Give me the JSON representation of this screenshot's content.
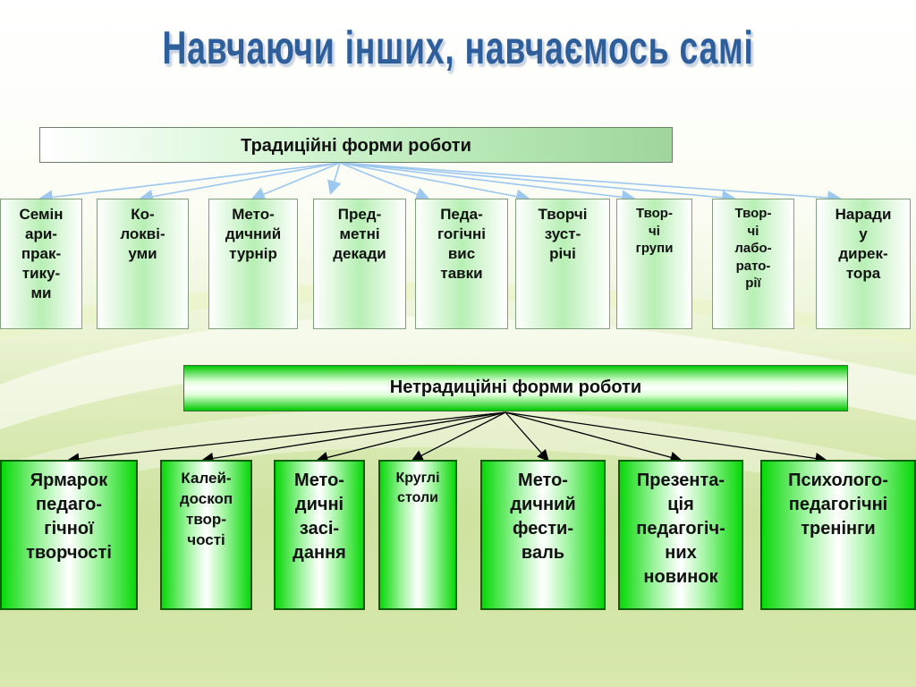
{
  "title": "Навчаючи інших, навчаємось самі",
  "traditional": {
    "header": "Традиційні форми роботи",
    "items": [
      "Семін\nари-\nпрак-\nтику-\nми",
      "Ко-\nлокві-\nуми",
      "Мето-\nдичний\nтурнір",
      "Пред-\nметні\nдекади",
      "Педа-\nгогічні\nвис\nтавки",
      "Творчі\nзуст-\nрічі",
      "Твор-\nчі\nгрупи",
      "Твор-\nчі\nлабо-\nрато-\nрії",
      "Наради\nу\nдирек-\nтора"
    ]
  },
  "nontraditional": {
    "header": "Нетрадиційні форми роботи",
    "items": [
      "Ярмарок\nпедаго-\nгічної\nтворчості",
      "Калей-\nдоскоп\nтвор-\nчості",
      "Мето-\nдичні\nзасі-\nдання",
      "Круглі\nстоли",
      "Мето-\nдичний\nфести-\nваль",
      "Презента-\nція\nпедагогіч-\nних\nновинок",
      "Психолого-\nпедагогічні\nтренінги"
    ]
  },
  "colors": {
    "title": "#2f5f9a",
    "traditional_arrow": "#9cc7ee",
    "nontraditional_arrow": "#000000",
    "green_box": "#08d808"
  }
}
